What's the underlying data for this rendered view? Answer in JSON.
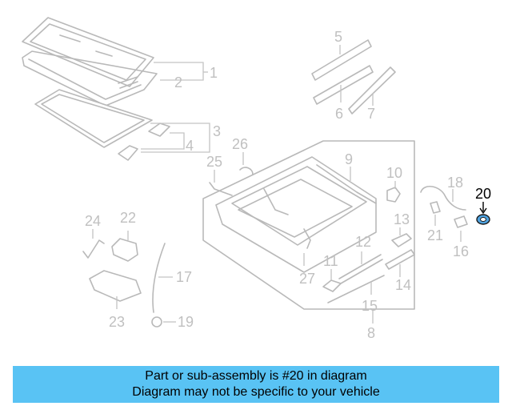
{
  "diagram": {
    "highlighted_part": "20",
    "highlight_color": "#4fa3e0",
    "callouts": [
      "1",
      "2",
      "3",
      "4",
      "5",
      "6",
      "7",
      "8",
      "9",
      "10",
      "11",
      "12",
      "13",
      "14",
      "15",
      "16",
      "17",
      "18",
      "19",
      "20",
      "21",
      "22",
      "23",
      "24",
      "25",
      "26",
      "27"
    ]
  },
  "banner": {
    "line1": "Part or sub-assembly is #20 in diagram",
    "line2": "Diagram may not be specific to your vehicle",
    "background": "#59c3f4"
  }
}
